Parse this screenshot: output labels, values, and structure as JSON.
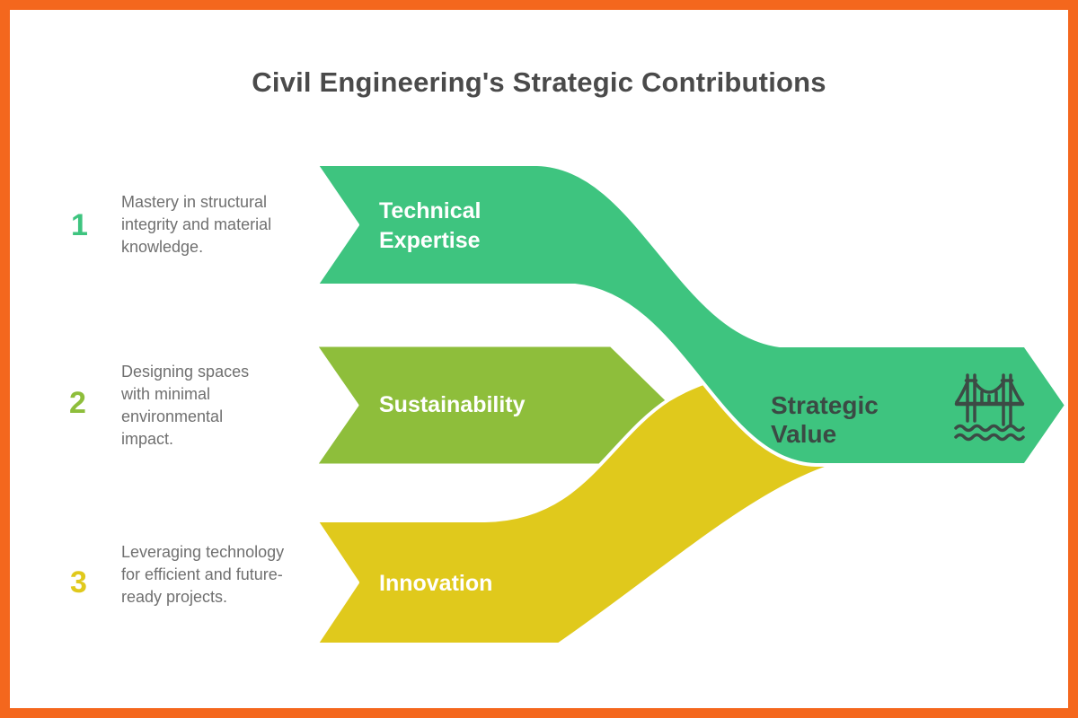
{
  "title": "Civil Engineering's Strategic Contributions",
  "items": [
    {
      "number": "1",
      "label": "Technical Expertise",
      "description": "Mastery in structural integrity and material knowledge.",
      "color": "#3EC47F"
    },
    {
      "number": "2",
      "label": "Sustainability",
      "description": "Designing spaces with minimal environmental impact.",
      "color": "#8EBE3B"
    },
    {
      "number": "3",
      "label": "Innovation",
      "description": "Leveraging technology for efficient and future-ready projects.",
      "color": "#E0C91C"
    }
  ],
  "result": {
    "label": "Strategic Value",
    "icon": "bridge-icon",
    "text_color": "#3b4a44"
  },
  "colors": {
    "band_green": "#3EC47F",
    "band_olive": "#8EBE3B",
    "band_yellow": "#E0C91C",
    "frame_orange": "#F4671D",
    "title_gray": "#4a4a4a",
    "description_gray": "#707070",
    "label_white": "#ffffff",
    "icon_stroke": "#3c4b45",
    "separator_white": "#ffffff"
  }
}
